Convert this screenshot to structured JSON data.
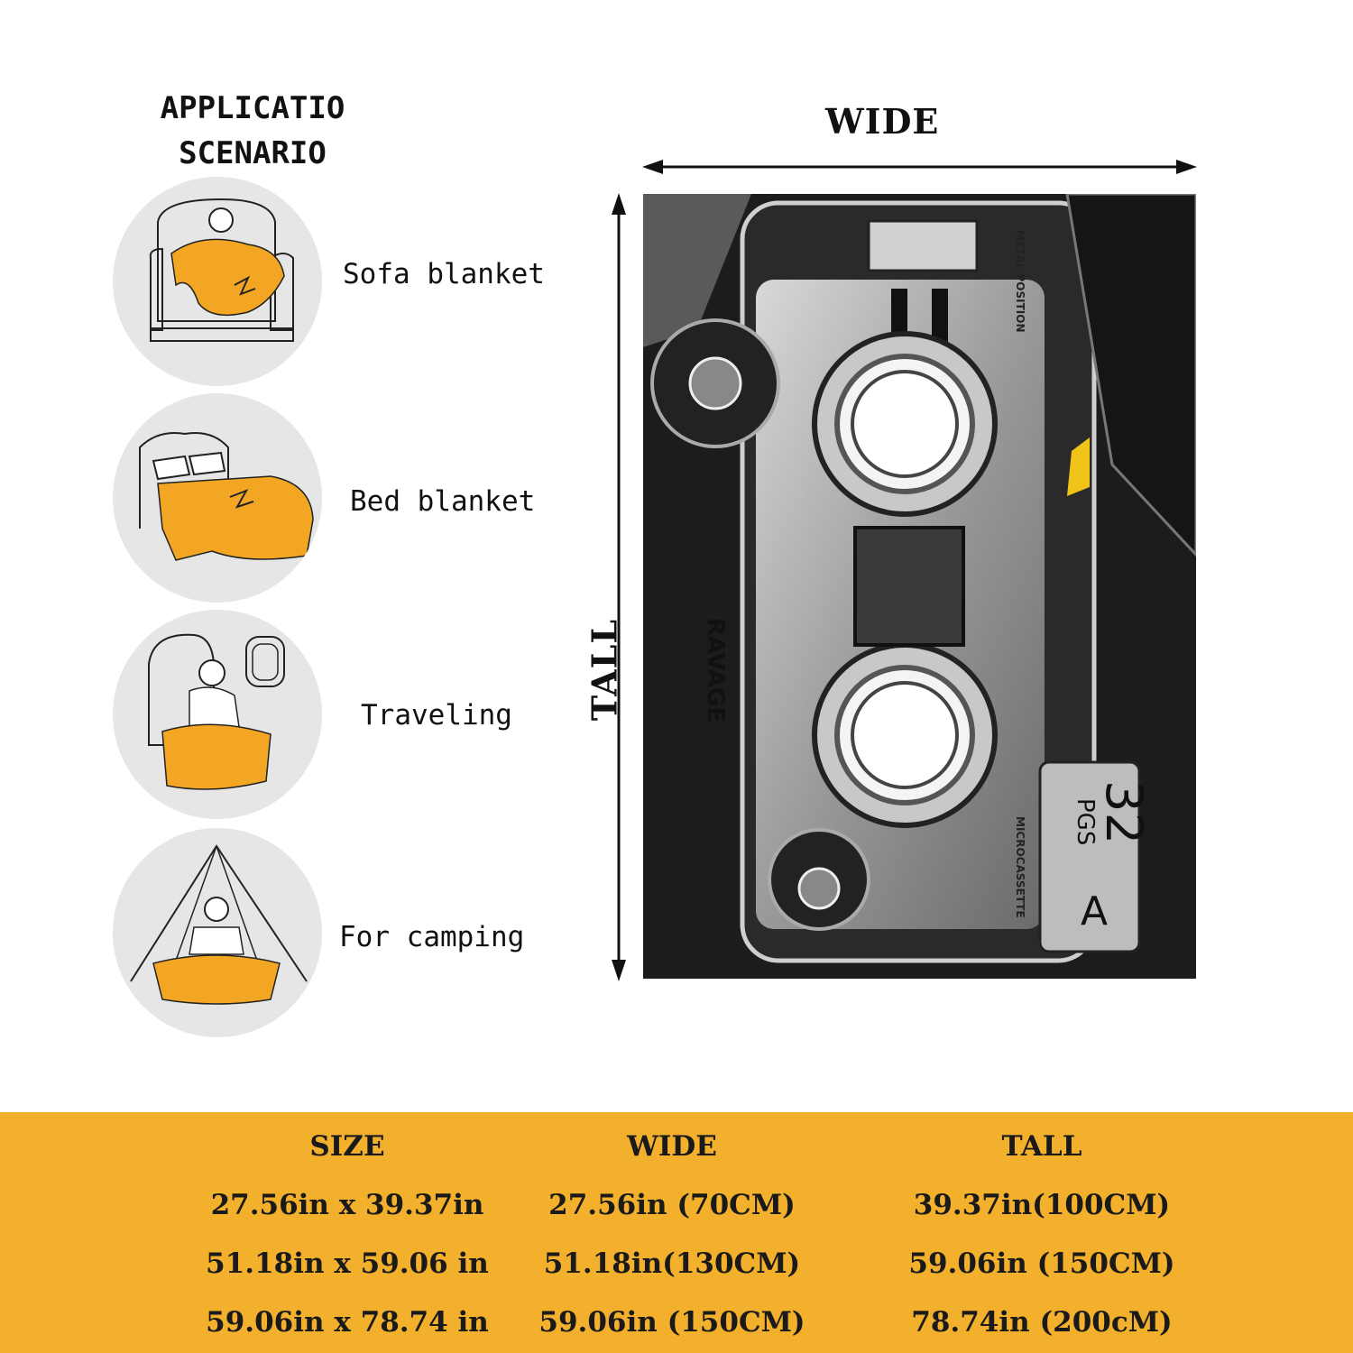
{
  "scenario": {
    "title_line1": "APPLICATIO",
    "title_line2": "SCENARIO",
    "items": [
      {
        "label": "Sofa blanket",
        "icon": "sofa-icon"
      },
      {
        "label": "Bed blanket",
        "icon": "bed-icon"
      },
      {
        "label": "Traveling",
        "icon": "airplane-seat-icon"
      },
      {
        "label": "For camping",
        "icon": "tent-icon"
      }
    ]
  },
  "dimensions": {
    "wide_label": "WIDE",
    "tall_label": "TALL"
  },
  "blanket_art": {
    "brand_text": "RAVAGE",
    "side_text_top": "METAL POSITION",
    "side_text_bottom": "MICROCASSETTE",
    "badge_number": "32",
    "badge_sub": "PGS",
    "side_letter": "A"
  },
  "size_table": {
    "headers": [
      "SIZE",
      "WIDE",
      "TALL"
    ],
    "rows": [
      [
        "27.56in x  39.37in",
        "27.56in (70CM)",
        "39.37in(100CM)"
      ],
      [
        "51.18in x 59.06 in",
        "51.18in(130CM)",
        "59.06in (150CM)"
      ],
      [
        "59.06in x 78.74 in",
        "59.06in (150CM)",
        "78.74in (200cM)"
      ]
    ]
  },
  "colors": {
    "accent_orange": "#f3b02c",
    "blanket_orange": "#f2a623",
    "circle_gray": "#e6e6e6"
  }
}
